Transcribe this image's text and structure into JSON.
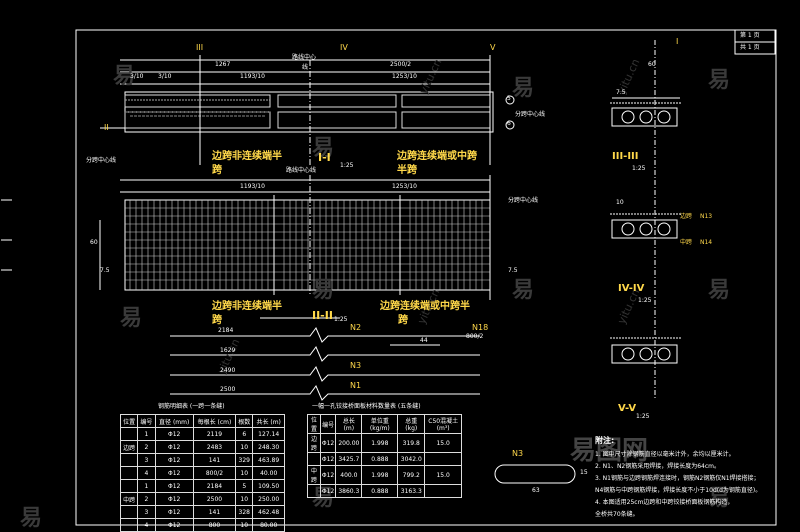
{
  "page_box": {
    "line1": "第 1 页",
    "line2": "共 1 页"
  },
  "top_view": {
    "section_mark_left": "III",
    "section_mark_right": "IV",
    "section_mark_v": "V",
    "center_label": "路线中心",
    "center_label2": "线",
    "dim_a": "1267",
    "dim_b": "2500/2",
    "dim_c": "1193/10",
    "dim_d": "1253/10",
    "dim_e": "3/10",
    "dim_f": "3/10",
    "side_mark": "II",
    "split_label": "分跨中心线",
    "split_label_left": "分跨中心线",
    "left_title": "边跨非连续端半",
    "left_title2": "跨",
    "right_title": "边跨连续端或中跨",
    "right_title2": "半跨",
    "center_mark": "I-I",
    "center_scale": "1:25",
    "circle_5": "5",
    "circle_6": "6"
  },
  "elevation": {
    "center_label": "路线中心线",
    "split_label": "分跨中心线",
    "left_title": "边跨非连续端半",
    "left_title2": "跨",
    "right_title": "边跨连续端或中跨半",
    "right_title2": "跨",
    "dim_a": "1193/10",
    "dim_b": "1253/10",
    "section_mark": "II-II",
    "section_scale": "1:25",
    "side_dim1": "60",
    "side_dim2": "7.5",
    "side_dim3": "7.5"
  },
  "rebar_detail": {
    "n2": "N2",
    "n3": "N3",
    "n1": "N1",
    "len1": "2184",
    "len2": "1629",
    "len3": "2490",
    "len4": "2500",
    "label_18": "N18",
    "dim_44": "44",
    "dim_800": "800/2"
  },
  "table1": {
    "title": "钢筋明细表 (一跨一条缝)",
    "headers": [
      "位置",
      "编号",
      "直径 (mm)",
      "每根长 (cm)",
      "根数",
      "共长 (m)"
    ],
    "rows": [
      [
        "",
        "1",
        "Φ12",
        "2119",
        "6",
        "127.14"
      ],
      [
        "边跨",
        "2",
        "Φ12",
        "2483",
        "10",
        "248.30"
      ],
      [
        "",
        "3",
        "Φ12",
        "141",
        "329",
        "463.89"
      ],
      [
        "",
        "4",
        "Φ12",
        "800/2",
        "10",
        "40.00"
      ],
      [
        "",
        "1",
        "Φ12",
        "2184",
        "5",
        "109.50"
      ],
      [
        "中跨",
        "2",
        "Φ12",
        "2500",
        "10",
        "250.00"
      ],
      [
        "",
        "3",
        "Φ12",
        "141",
        "328",
        "462.48"
      ],
      [
        "",
        "4",
        "Φ12",
        "800",
        "10",
        "80.00"
      ]
    ]
  },
  "table2": {
    "title": "一幅一孔铰接桥面板材料数量表 (五条缝)",
    "headers": [
      "位置",
      "编号",
      "总长 (m)",
      "单位重 (kg/m)",
      "总重 (kg)",
      "C50混凝土 (m³)"
    ],
    "rows": [
      [
        "边跨",
        "Φ12",
        "200.00",
        "1.998",
        "319.8",
        "15.0"
      ],
      [
        "",
        "Φ12",
        "3425.7",
        "0.888",
        "3042.0",
        ""
      ],
      [
        "中跨",
        "Φ12",
        "400.0",
        "1.998",
        "799.2",
        "15.0"
      ],
      [
        "",
        "Φ12",
        "3860.3",
        "0.888",
        "3163.3",
        ""
      ]
    ]
  },
  "stirrup": {
    "label": "N3",
    "dim_63": "63",
    "dim_15": "15"
  },
  "notes": {
    "title": "附注:",
    "lines": [
      "1. 图中尺寸除钢筋直径以毫米计外，余均以厘米计。",
      "2. N1、N2钢筋采用焊接，焊接长度为64cm。",
      "3. N1钢筋与边跨钢筋焊连接时，钢筋N2钢筋仅N1焊接搭接；",
      "   N4钢筋与中跨钢筋焊接，焊接长度不小于10d(d为钢筋直径)。",
      "4. 本图适用25cm边跨和中跨铰接桥面板钢筋构造，",
      "   全桥共70条缝。"
    ]
  },
  "right_sections": {
    "mark_I_top": "I",
    "mark_III": "III-III",
    "mark_III_scale": "1:25",
    "mark_IV": "IV-IV",
    "mark_IV_scale": "1:25",
    "mark_V": "V-V",
    "mark_V_scale": "1:25",
    "dim_60": "60",
    "dim_75": "7.5",
    "dim_10": "10",
    "label_bian": "边跨",
    "label_zhong": "中跨",
    "label_n13": "N13",
    "label_n14": "N14"
  },
  "watermarks": {
    "yi": "易",
    "site": "yitu.cn",
    "logo": "易图网"
  },
  "colors": {
    "background": "#000000",
    "line": "#ffffff",
    "accent_yellow": "#ffd84a"
  }
}
